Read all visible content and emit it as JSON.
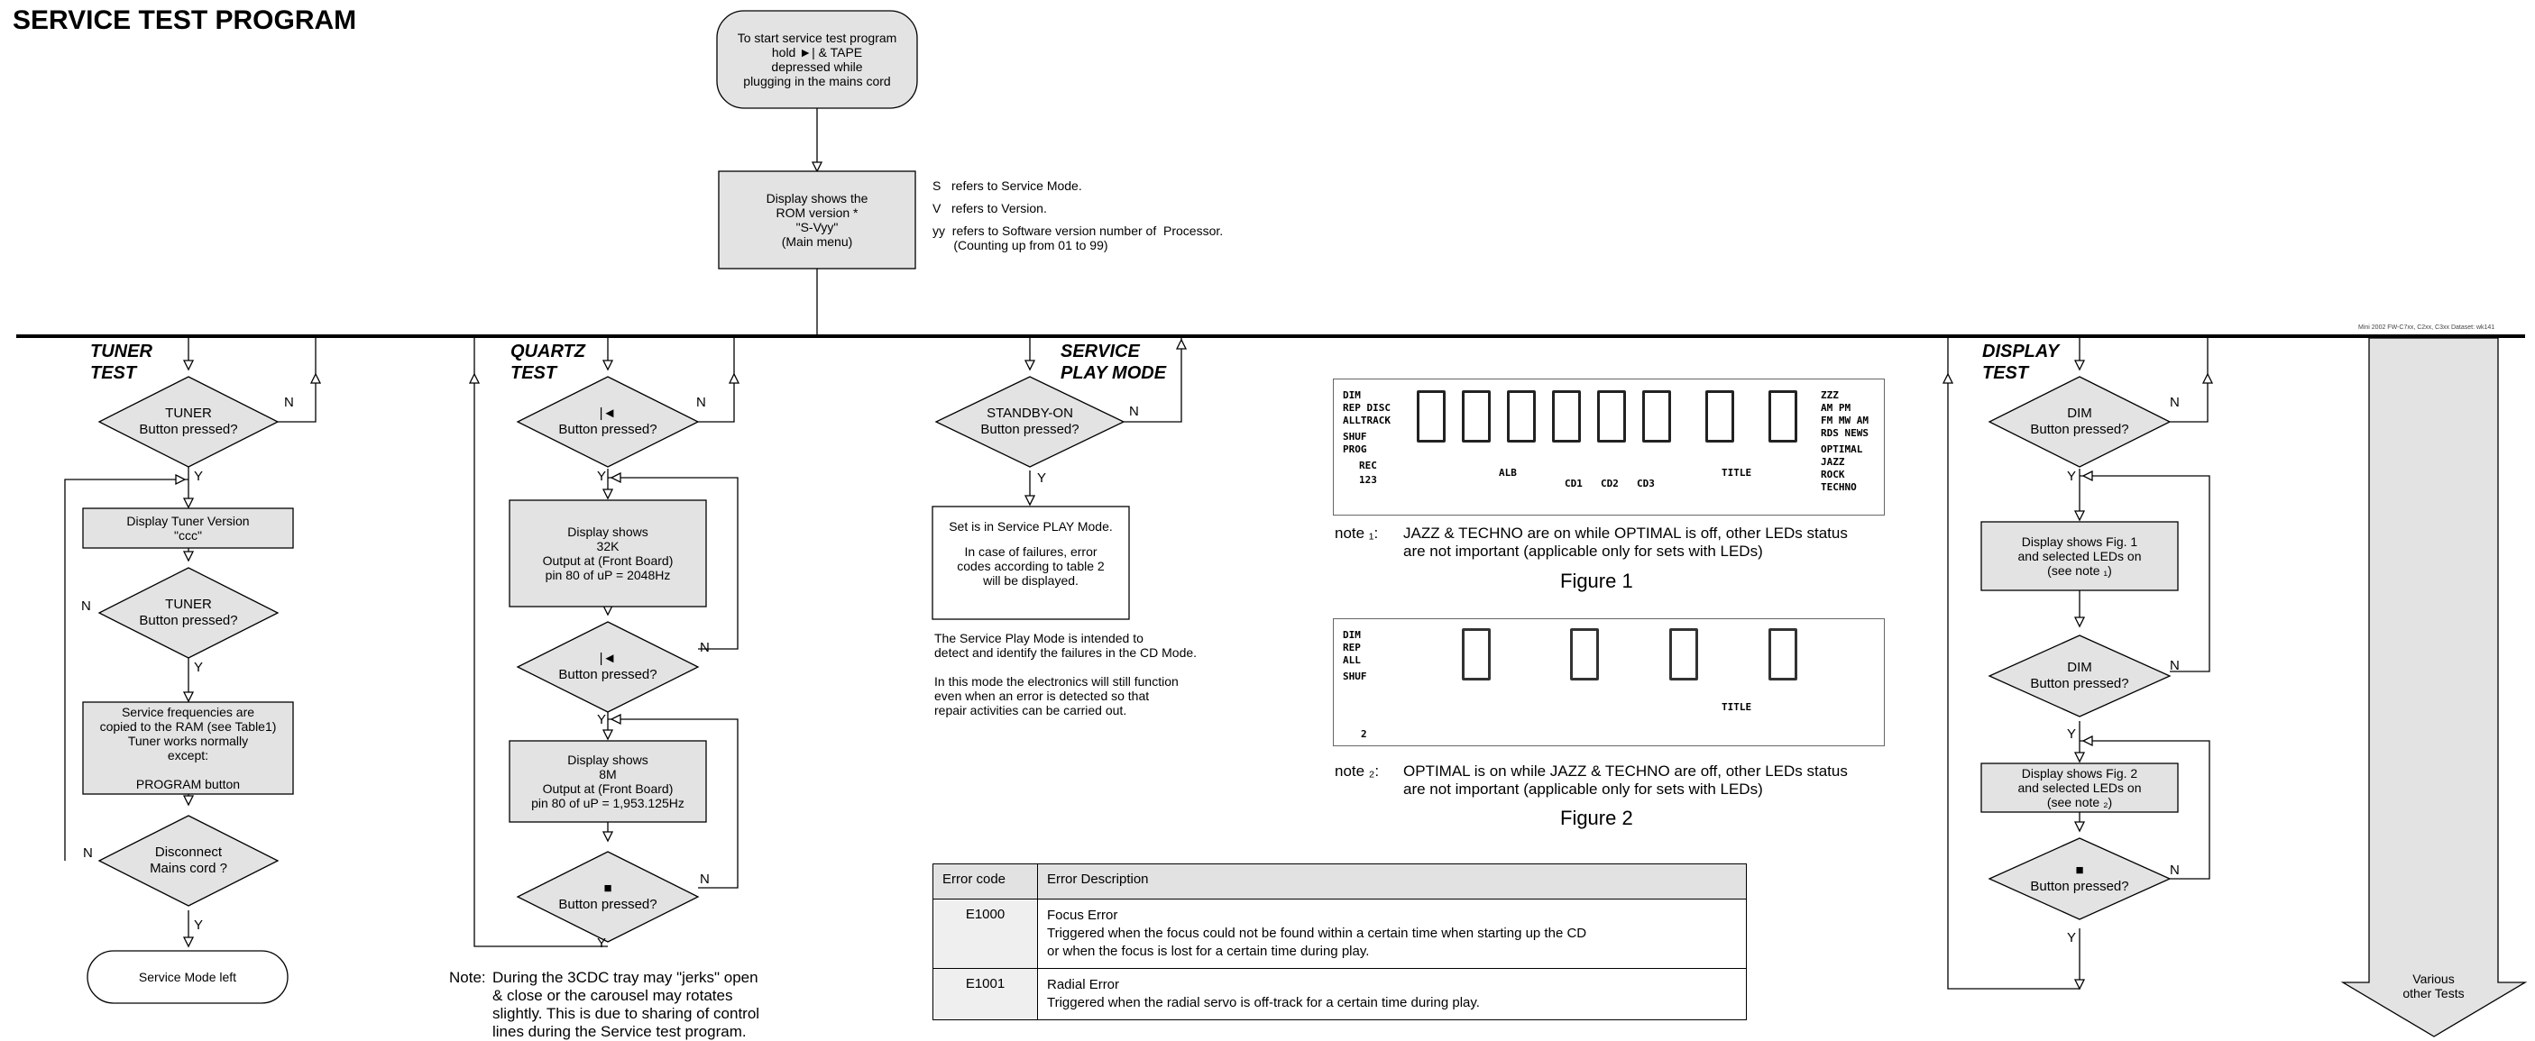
{
  "title": "SERVICE TEST PROGRAM",
  "footer_small": "Mini 2002 FW-C7xx, C2xx, C3xx Dataset: wk141",
  "start": {
    "lines": [
      "To start service test program",
      "hold ►| & TAPE",
      "depressed while",
      "plugging in the mains cord"
    ]
  },
  "main_menu": {
    "lines": [
      "Display shows the",
      "ROM version *",
      "\"S-Vyy\"",
      "(Main menu)"
    ]
  },
  "legend": [
    "S   refers to Service Mode.",
    "V   refers to Version.",
    "yy  refers to Software version number of  Processor.",
    "      (Counting up from 01 to 99)"
  ],
  "tuner": {
    "label_line1": "TUNER",
    "label_line2": "TEST",
    "d1": [
      "TUNER",
      "Button pressed?"
    ],
    "box1": [
      "Display Tuner Version",
      "\"ccc\""
    ],
    "d2": [
      "TUNER",
      "Button pressed?"
    ],
    "box2": [
      "Service frequencies are",
      "copied to the RAM (see Table1)",
      "Tuner works normally",
      "except:",
      "",
      "PROGRAM button"
    ],
    "d3": [
      "Disconnect",
      "Mains cord ?"
    ],
    "end": "Service Mode left"
  },
  "quartz": {
    "label_line1": "QUARTZ",
    "label_line2": "TEST",
    "d1": [
      "|◄",
      "Button pressed?"
    ],
    "box1": [
      "Display shows",
      "32K",
      "Output at (Front Board)",
      "pin 80 of uP = 2048Hz"
    ],
    "d2": [
      "|◄",
      "Button pressed?"
    ],
    "box2": [
      "Display shows",
      "8M",
      "Output at (Front Board)",
      "pin 80 of uP = 1,953.125Hz"
    ],
    "d3": [
      "■",
      "Button pressed?"
    ],
    "note_prefix": "Note:",
    "note": [
      "During the 3CDC tray may \"jerks\" open",
      "& close or the carousel may rotates",
      "slightly.  This is due to sharing of control",
      "lines during the Service test program."
    ]
  },
  "service_play": {
    "label_line1": "SERVICE",
    "label_line2": "PLAY MODE",
    "d1": [
      "STANDBY-ON",
      "Button pressed?"
    ],
    "box1": [
      "Set is in Service PLAY Mode.",
      "",
      "In case of failures, error",
      "codes according to table 2",
      "will be displayed."
    ],
    "para1": [
      "The Service Play Mode is intended to",
      "detect and identify the failures in the CD Mode."
    ],
    "para2": [
      "In this mode the electronics will still function",
      "even when an error is detected so that",
      "repair activities can be carried out."
    ]
  },
  "figure1": {
    "left_labels": [
      "DIM",
      "REP DISC",
      "ALLTRACK",
      "SHUF",
      "PROG",
      "REC",
      "123"
    ],
    "right_labels": [
      "ZZZ",
      "AM PM",
      "FM MW AM",
      "RDS NEWS",
      "OPTIMAL",
      "JAZZ",
      "ROCK",
      "TECHNO"
    ],
    "middle_labels": [
      "ALB",
      "CD1",
      "CD2",
      "CD3",
      "TITLE"
    ],
    "note_prefix": "note ₁:",
    "note": [
      "JAZZ & TECHNO are on while OPTIMAL is off, other LEDs status",
      "are not important (applicable only for sets with LEDs)"
    ],
    "caption": "Figure 1"
  },
  "figure2": {
    "left_labels": [
      "DIM",
      "REP",
      "ALL",
      "SHUF",
      "2"
    ],
    "middle_labels": [
      "TITLE"
    ],
    "note_prefix": "note ₂:",
    "note": [
      "OPTIMAL is on while JAZZ & TECHNO are off, other LEDs status",
      "are not important (applicable only for sets with LEDs)"
    ],
    "caption": "Figure 2"
  },
  "table": {
    "headers": [
      "Error code",
      "Error Description"
    ],
    "rows": [
      {
        "code": "E1000",
        "title": "Focus Error",
        "desc": [
          "Triggered when the focus could not be found within a certain time when starting up the CD",
          "or when the focus is lost for a certain time during play."
        ]
      },
      {
        "code": "E1001",
        "title": "Radial Error",
        "desc": [
          "Triggered when the radial servo is off-track for a certain time during play."
        ]
      }
    ]
  },
  "display_test": {
    "label_line1": "DISPLAY",
    "label_line2": "TEST",
    "d1": [
      "DIM",
      "Button pressed?"
    ],
    "box1": [
      "Display shows Fig. 1",
      "and selected LEDs on",
      "(see note ₁)"
    ],
    "d2": [
      "DIM",
      "Button pressed?"
    ],
    "box2": [
      "Display shows Fig. 2",
      "and selected LEDs on",
      "(see note ₂)"
    ],
    "d3": [
      "■",
      "Button pressed?"
    ]
  },
  "other_tests": [
    "Various",
    "other Tests"
  ],
  "yes": "Y",
  "no": "N"
}
